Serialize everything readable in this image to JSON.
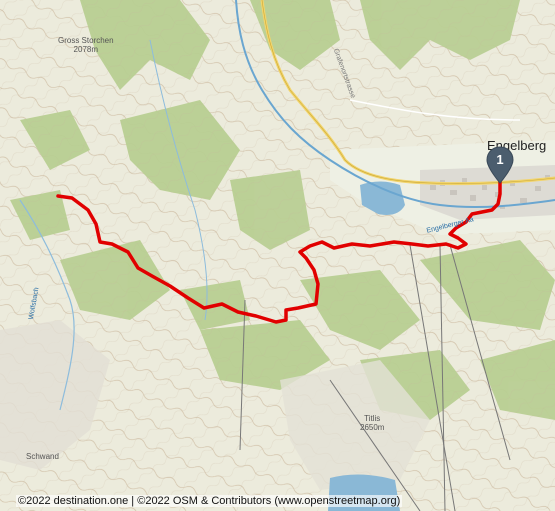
{
  "map": {
    "labels": {
      "town": "Engelberg",
      "peak_nw": "Gross Storchen",
      "peak_nw_alt": "2078m",
      "peak_se": "Titlis",
      "peak_se_alt": "2650m",
      "valley_sw": "Schwand",
      "stream_w": "Wolfsbach",
      "river": "Engelberger Aa",
      "road_n": "Grafenortstrasse"
    },
    "marker": {
      "number": "1",
      "color": "#4b5d6e"
    },
    "route_color": "#e10000",
    "attribution": "©2022 destination.one | ©2022 OSM & Contributors (www.openstreetmap.org)"
  }
}
